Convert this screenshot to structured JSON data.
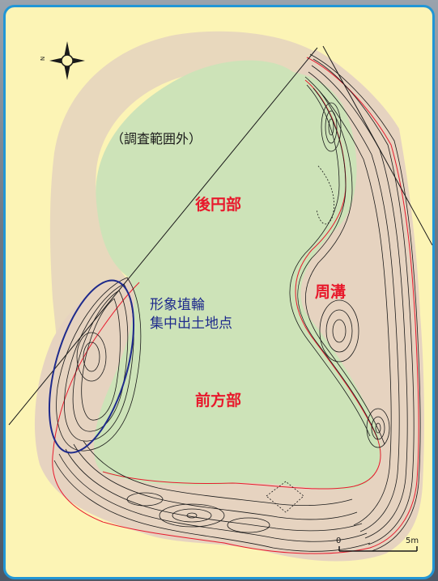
{
  "labels": {
    "outside_survey": "（調査範囲外）",
    "rear_mound": "後円部",
    "front_mound": "前方部",
    "moat": "周溝",
    "haniwa_line1": "形象埴輪",
    "haniwa_line2": "集中出土地点"
  },
  "compass": {
    "north_letter": "N"
  },
  "scale_bar": {
    "start_label": "0",
    "end_label": "5m"
  },
  "colors": {
    "panel_background": "#fcf4b5",
    "panel_border": "#2196d6",
    "mound_fill": "#cde3b8",
    "outside_area": "#e8d8bd",
    "moat_fill": "#e6d3c0",
    "contour_line": "#1a1a1a",
    "red_outline": "#e8192c",
    "haniwa_ellipse": "#1e2a8c",
    "red_text": "#e8192c",
    "blue_text": "#1e2a8c"
  }
}
